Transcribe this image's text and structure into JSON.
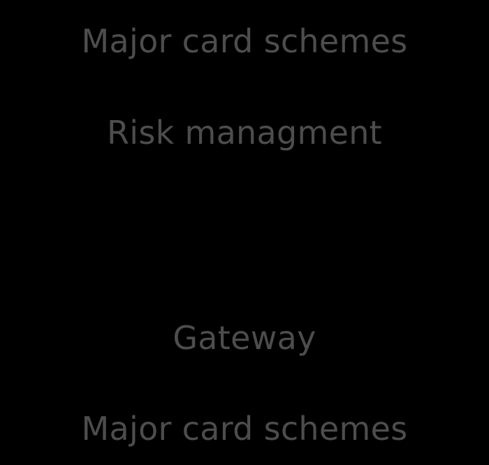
{
  "colors": {
    "background": "#000000",
    "text": "#4d4d4d"
  },
  "features": [
    {
      "label": "Major card schemes"
    },
    {
      "label": "Risk managment"
    },
    {
      "label": "Gateway"
    },
    {
      "label": "Major card schemes"
    }
  ]
}
